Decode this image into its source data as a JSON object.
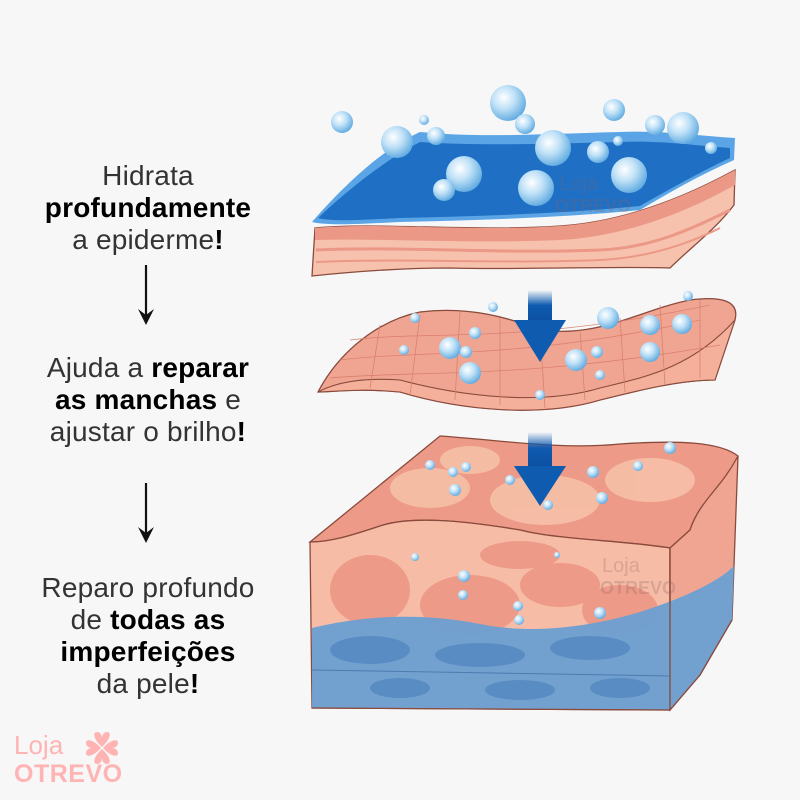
{
  "steps": [
    {
      "lines": [
        [
          {
            "text": "Hidrata",
            "bold": false
          }
        ],
        [
          {
            "text": "profundamente",
            "bold": true
          }
        ],
        [
          {
            "text": "a epiderme",
            "bold": false
          },
          {
            "text": "!",
            "bold": true
          }
        ]
      ]
    },
    {
      "lines": [
        [
          {
            "text": "Ajuda a ",
            "bold": false
          },
          {
            "text": "reparar",
            "bold": true
          }
        ],
        [
          {
            "text": "as manchas",
            "bold": true
          },
          {
            "text": " e",
            "bold": false
          }
        ],
        [
          {
            "text": "ajustar o brilho",
            "bold": false
          },
          {
            "text": "!",
            "bold": true
          }
        ]
      ]
    },
    {
      "lines": [
        [
          {
            "text": "Reparo profundo",
            "bold": false
          }
        ],
        [
          {
            "text": "de ",
            "bold": false
          },
          {
            "text": "todas as",
            "bold": true
          }
        ],
        [
          {
            "text": "imperfeições",
            "bold": true
          }
        ],
        [
          {
            "text": "da pele",
            "bold": false
          },
          {
            "text": "!",
            "bold": true
          }
        ]
      ]
    }
  ],
  "step1": {
    "l1": "Hidrata",
    "l2": "profundamente",
    "l3a": "a epiderme",
    "l3b": "!"
  },
  "step2": {
    "l1a": "Ajuda a ",
    "l1b": "reparar",
    "l2a": "as manchas",
    "l2b": " e",
    "l3a": "ajustar o brilho",
    "l3b": "!"
  },
  "step3": {
    "l1": "Reparo profundo",
    "l2a": "de ",
    "l2b": "todas as",
    "l3": "imperfeições",
    "l4a": "da pele",
    "l4b": "!"
  },
  "logo": {
    "line1": "Loja",
    "line2": "OTREVO",
    "icon": "clover-icon",
    "color": "#ffb3b3"
  },
  "watermark": {
    "line1": "Loja",
    "line2": "OTREVO"
  },
  "icons": {
    "arrow": "arrow-down-icon"
  },
  "colors": {
    "background": "#f7f7f7",
    "water_blue": "#1f6fc4",
    "bubble": "#a8d4f2",
    "skin": "#f0a593",
    "skin_light": "#f7c2aa",
    "dermis_blue": "#6a9fd2",
    "arrow_blue": "#0f5bb0"
  }
}
